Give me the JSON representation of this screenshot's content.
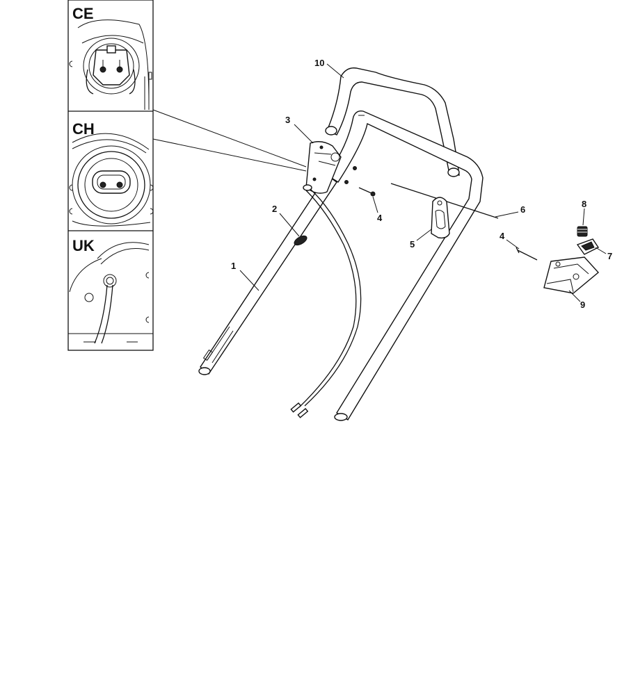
{
  "insets": [
    {
      "region": "CE"
    },
    {
      "region": "CH"
    },
    {
      "region": "UK"
    }
  ],
  "callouts": [
    "1",
    "2",
    "3",
    "4",
    "4",
    "5",
    "6",
    "7",
    "8",
    "9",
    "10"
  ]
}
